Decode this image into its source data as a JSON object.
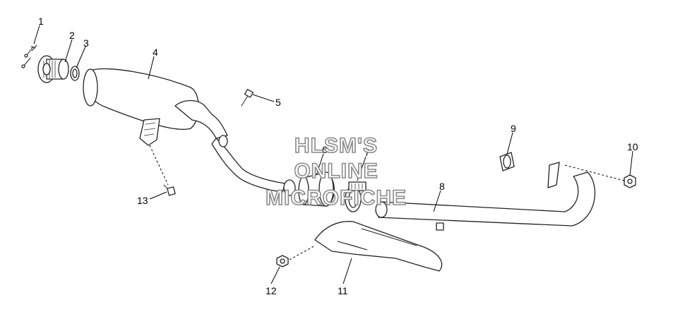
{
  "callouts": [
    {
      "label": "1"
    },
    {
      "label": "2"
    },
    {
      "label": "3"
    },
    {
      "label": "4"
    },
    {
      "label": "5"
    },
    {
      "label": "6"
    },
    {
      "label": "7"
    },
    {
      "label": "8"
    },
    {
      "label": "9"
    },
    {
      "label": "10"
    },
    {
      "label": "11"
    },
    {
      "label": "12"
    },
    {
      "label": "13"
    }
  ],
  "watermark": {
    "line1": "HLSM'S",
    "line2": "ONLINE",
    "line3": "MICROFICHE"
  }
}
